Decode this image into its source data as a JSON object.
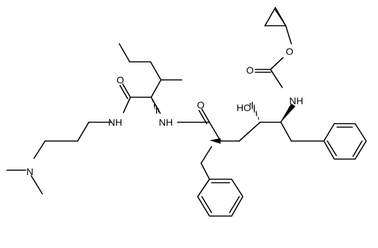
{
  "atoms": {
    "o_boc_ether": "O",
    "o_boc_carbonyl": "O",
    "nh_boc": "NH",
    "ho_label": "HO",
    "o_amide_mid": "O",
    "nh_amide_mid": "NH",
    "o_amide_left": "O",
    "nh_amide_left": "NH",
    "n_dimethyl": "N"
  },
  "colors": {
    "bond": "#000000",
    "text": "#000000",
    "background": "#ffffff"
  }
}
